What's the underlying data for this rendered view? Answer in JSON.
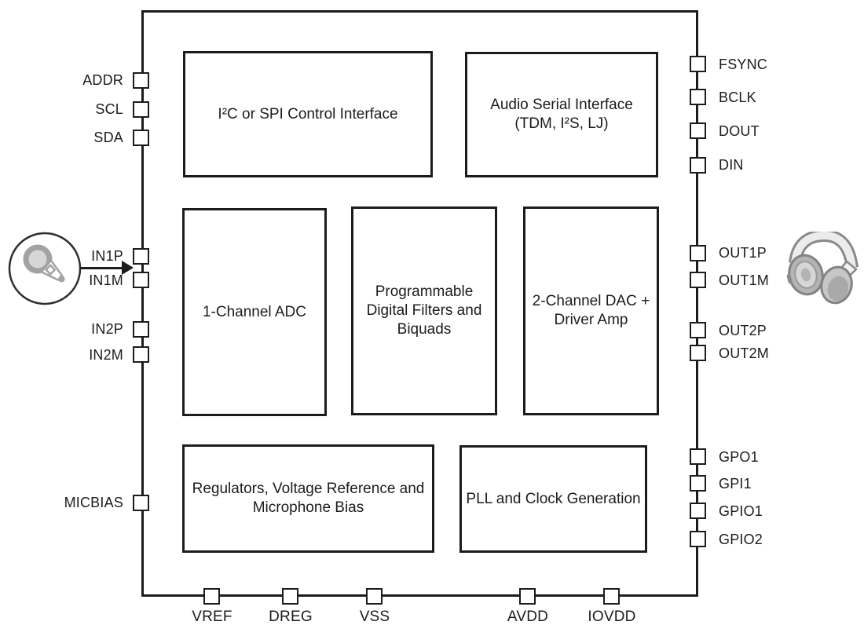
{
  "chip": {
    "blocks": [
      {
        "label": "I²C or SPI Control Interface"
      },
      {
        "label": "Audio Serial Interface (TDM, I²S, LJ)"
      },
      {
        "label": "1-Channel ADC"
      },
      {
        "label": "Programmable Digital Filters and Biquads"
      },
      {
        "label": "2-Channel DAC + Driver Amp"
      },
      {
        "label": "Regulators, Voltage Reference and Microphone Bias"
      },
      {
        "label": "PLL and Clock Generation"
      }
    ],
    "pins_left": [
      "ADDR",
      "SCL",
      "SDA",
      "IN1P",
      "IN1M",
      "IN2P",
      "IN2M",
      "MICBIAS"
    ],
    "pins_right": [
      "FSYNC",
      "BCLK",
      "DOUT",
      "DIN",
      "OUT1P",
      "OUT1M",
      "OUT2P",
      "OUT2M",
      "GPO1",
      "GPI1",
      "GPIO1",
      "GPIO2"
    ],
    "pins_bottom": [
      "VREF",
      "DREG",
      "VSS",
      "AVDD",
      "IOVDD"
    ]
  },
  "icons": {
    "microphone": "microphone-icon",
    "headphones": "headphones-icon"
  },
  "colors": {
    "line": "#1c1c1c",
    "icon_gray": "#a2a2a2",
    "icon_light": "#d6d6d6"
  }
}
